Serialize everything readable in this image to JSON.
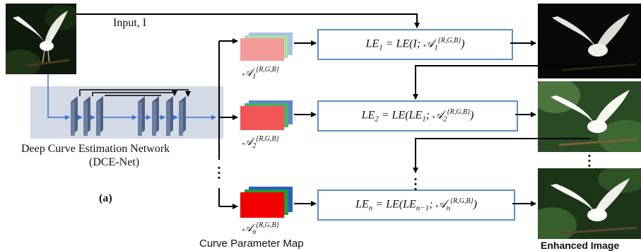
{
  "input_label": "Input, I",
  "dce_net": {
    "title": "Deep Curve Estimation Network",
    "subtitle": "(DCE-Net)"
  },
  "panel_label": "(a)",
  "curve_parameter_map_label": "Curve Parameter Map",
  "enhanced_image_label": "Enhanced Image",
  "param_maps": [
    {
      "base": "A",
      "sub": "1",
      "sup": "{R,G,B}",
      "colors": [
        "#f39b9b",
        "#a9dfa9",
        "#a9c0e6"
      ]
    },
    {
      "base": "A",
      "sub": "2",
      "sup": "{R,G,B}",
      "colors": [
        "#f25555",
        "#49b266",
        "#5f86c8"
      ]
    },
    {
      "base": "A",
      "sub": "n",
      "sup": "{R,G,B}",
      "colors": [
        "#f00000",
        "#219a3a",
        "#2a5dc8"
      ]
    }
  ],
  "le_stages": [
    {
      "equation": "LE₁ = LE(I; A₁{R,G,B})"
    },
    {
      "equation": "LE₂ = LE(LE₁; A₂{R,G,B})"
    },
    {
      "equation": "LEₙ = LE(LEₙ₋₁; Aₙ{R,G,B})"
    }
  ],
  "colors": {
    "box_border": "#5d8fc6",
    "net_panel": "#d3dae6",
    "net_layer": "#6b7ea3",
    "net_arrow": "#3b6fd4",
    "arrow": "#000000"
  }
}
